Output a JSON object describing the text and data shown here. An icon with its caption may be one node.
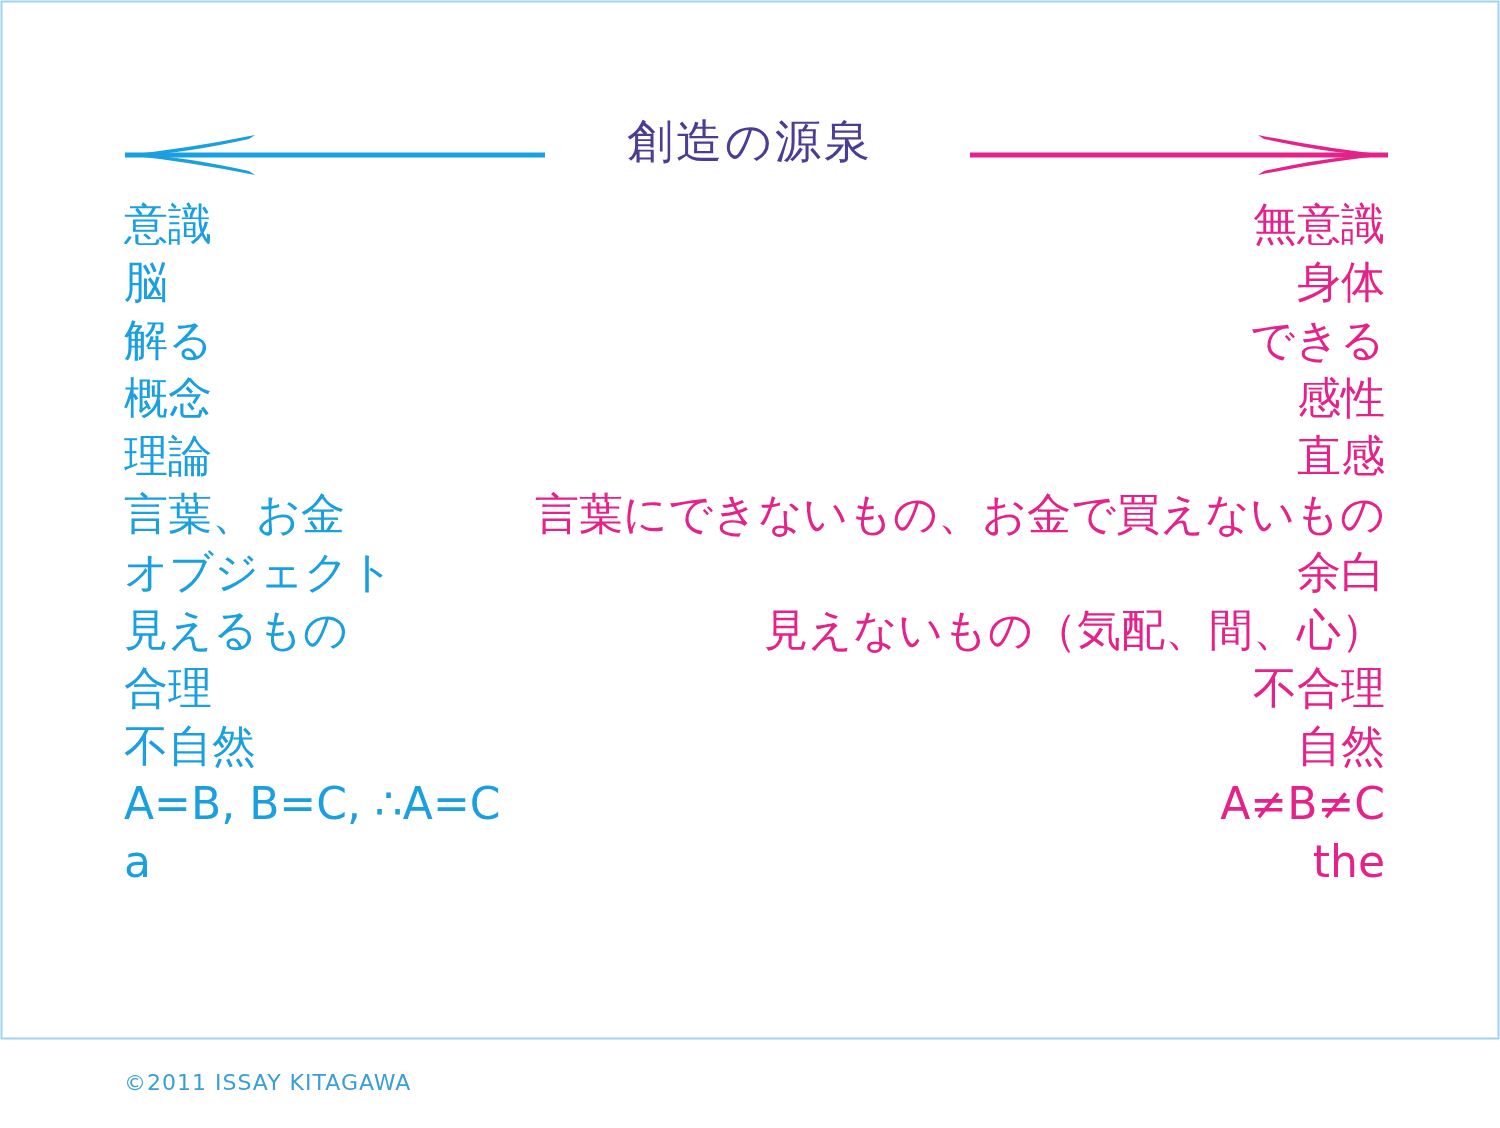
{
  "diagram": {
    "title": "創造の源泉",
    "labels": [
      "意識",
      "無意識",
      "脳",
      "身体",
      "解る",
      "できる",
      "概念",
      "感性",
      "理論",
      "直感",
      "言葉、お金",
      "言葉にできないもの、お金で買えないもの",
      "オブジェクト",
      "余白",
      "見えるもの",
      "見えないもの（気配、間、心）",
      "合理",
      "不合理",
      "不自然",
      "自然",
      "A=B, B=C, ∴A=C",
      "A≠B≠C",
      "a",
      "the"
    ],
    "caption": "©2011 ISSAY KITAGAWA"
  }
}
